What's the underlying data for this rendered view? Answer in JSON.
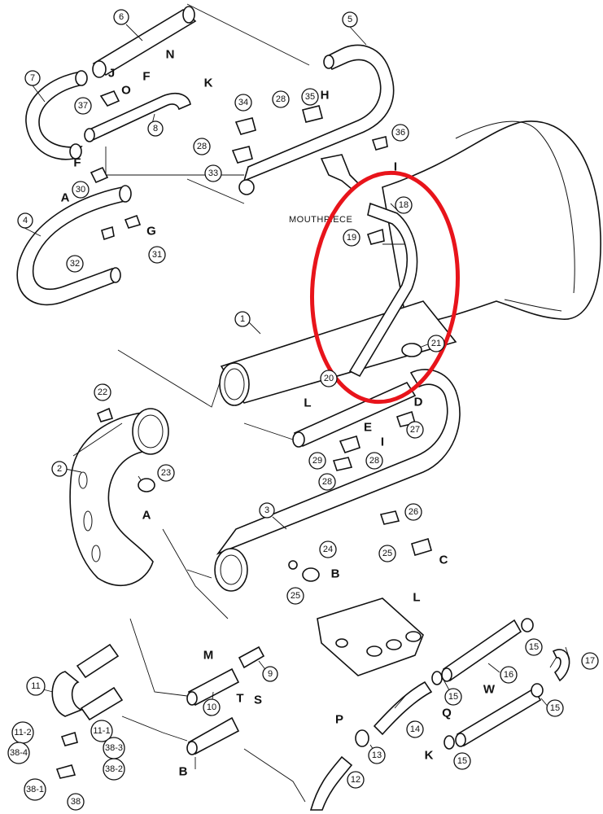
{
  "caption": {
    "mouthpiece": "MOUTHPIECE"
  },
  "highlight_color": "#e8141b",
  "callouts": {
    "c1": "1",
    "c2": "2",
    "c3": "3",
    "c4": "4",
    "c5": "5",
    "c6": "6",
    "c7": "7",
    "c8": "8",
    "c9": "9",
    "c10": "10",
    "c11": "11",
    "c11_1": "11-1",
    "c11_2": "11-2",
    "c12": "12",
    "c13": "13",
    "c14": "14",
    "c15a": "15",
    "c15b": "15",
    "c15c": "15",
    "c15d": "15",
    "c15e": "15",
    "c16": "16",
    "c17": "17",
    "c18": "18",
    "c19": "19",
    "c20": "20",
    "c21": "21",
    "c22": "22",
    "c23": "23",
    "c24": "24",
    "c25a": "25",
    "c25b": "25",
    "c26": "26",
    "c27": "27",
    "c28a": "28",
    "c28b": "28",
    "c28c": "28",
    "c28d": "28",
    "c29": "29",
    "c30": "30",
    "c31": "31",
    "c32": "32",
    "c33": "33",
    "c34": "34",
    "c35": "35",
    "c36": "36",
    "c37": "37",
    "c38": "38",
    "c38_1": "38-1",
    "c38_2": "38-2",
    "c38_3": "38-3",
    "c38_4": "38-4"
  },
  "letters": {
    "A1": "A",
    "A2": "A",
    "B1": "B",
    "B2": "B",
    "C": "C",
    "D": "D",
    "E": "E",
    "F1": "F",
    "F2": "F",
    "G": "G",
    "H": "H",
    "I1": "I",
    "I2": "I",
    "J": "J",
    "K1": "K",
    "K2": "K",
    "L1": "L",
    "L2": "L",
    "M": "M",
    "N": "N",
    "O": "O",
    "P": "P",
    "Q": "Q",
    "S": "S",
    "T": "T",
    "W": "W"
  }
}
